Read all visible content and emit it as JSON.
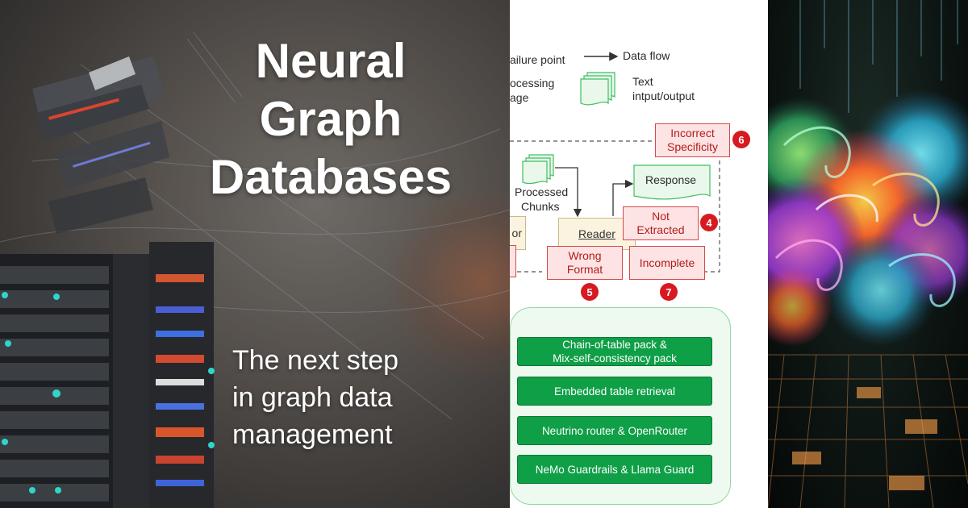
{
  "title": {
    "line1": "Neural",
    "line2": "Graph",
    "line3": "Databases"
  },
  "subtitle": {
    "line1": "The next step",
    "line2": "in graph data",
    "line3": "management"
  },
  "diagram": {
    "legend": {
      "failure_point": "ailure point",
      "data_flow": "Data flow",
      "processing_stage_1": "ocessing",
      "processing_stage_2": "age",
      "text_io_1": "Text",
      "text_io_2": "intput/output"
    },
    "nodes": {
      "incorrect_specificity_1": "Incorrect",
      "incorrect_specificity_2": "Specificity",
      "processed_chunks_1": "Processed",
      "processed_chunks_2": "Chunks",
      "response": "Response",
      "not_extracted_1": "Not",
      "not_extracted_2": "Extracted",
      "partial_left": "or",
      "reader": "Reader",
      "wrong_format_1": "Wrong",
      "wrong_format_2": "Format",
      "incomplete": "Incomplete"
    },
    "badges": {
      "b6": "6",
      "b4": "4",
      "b5": "5",
      "b7": "7"
    },
    "solutions": [
      {
        "line1": "Chain-of-table pack &",
        "line2": "Mix-self-consistency pack"
      },
      {
        "line1": "Embedded table retrieval",
        "line2": ""
      },
      {
        "line1": "Neutrino router & OpenRouter",
        "line2": ""
      },
      {
        "line1": "NeMo Guardrails & Llama Guard",
        "line2": ""
      }
    ]
  },
  "colors": {
    "failure_red": "#d71920",
    "solution_green": "#0f9f46",
    "title_white": "#ffffff"
  }
}
